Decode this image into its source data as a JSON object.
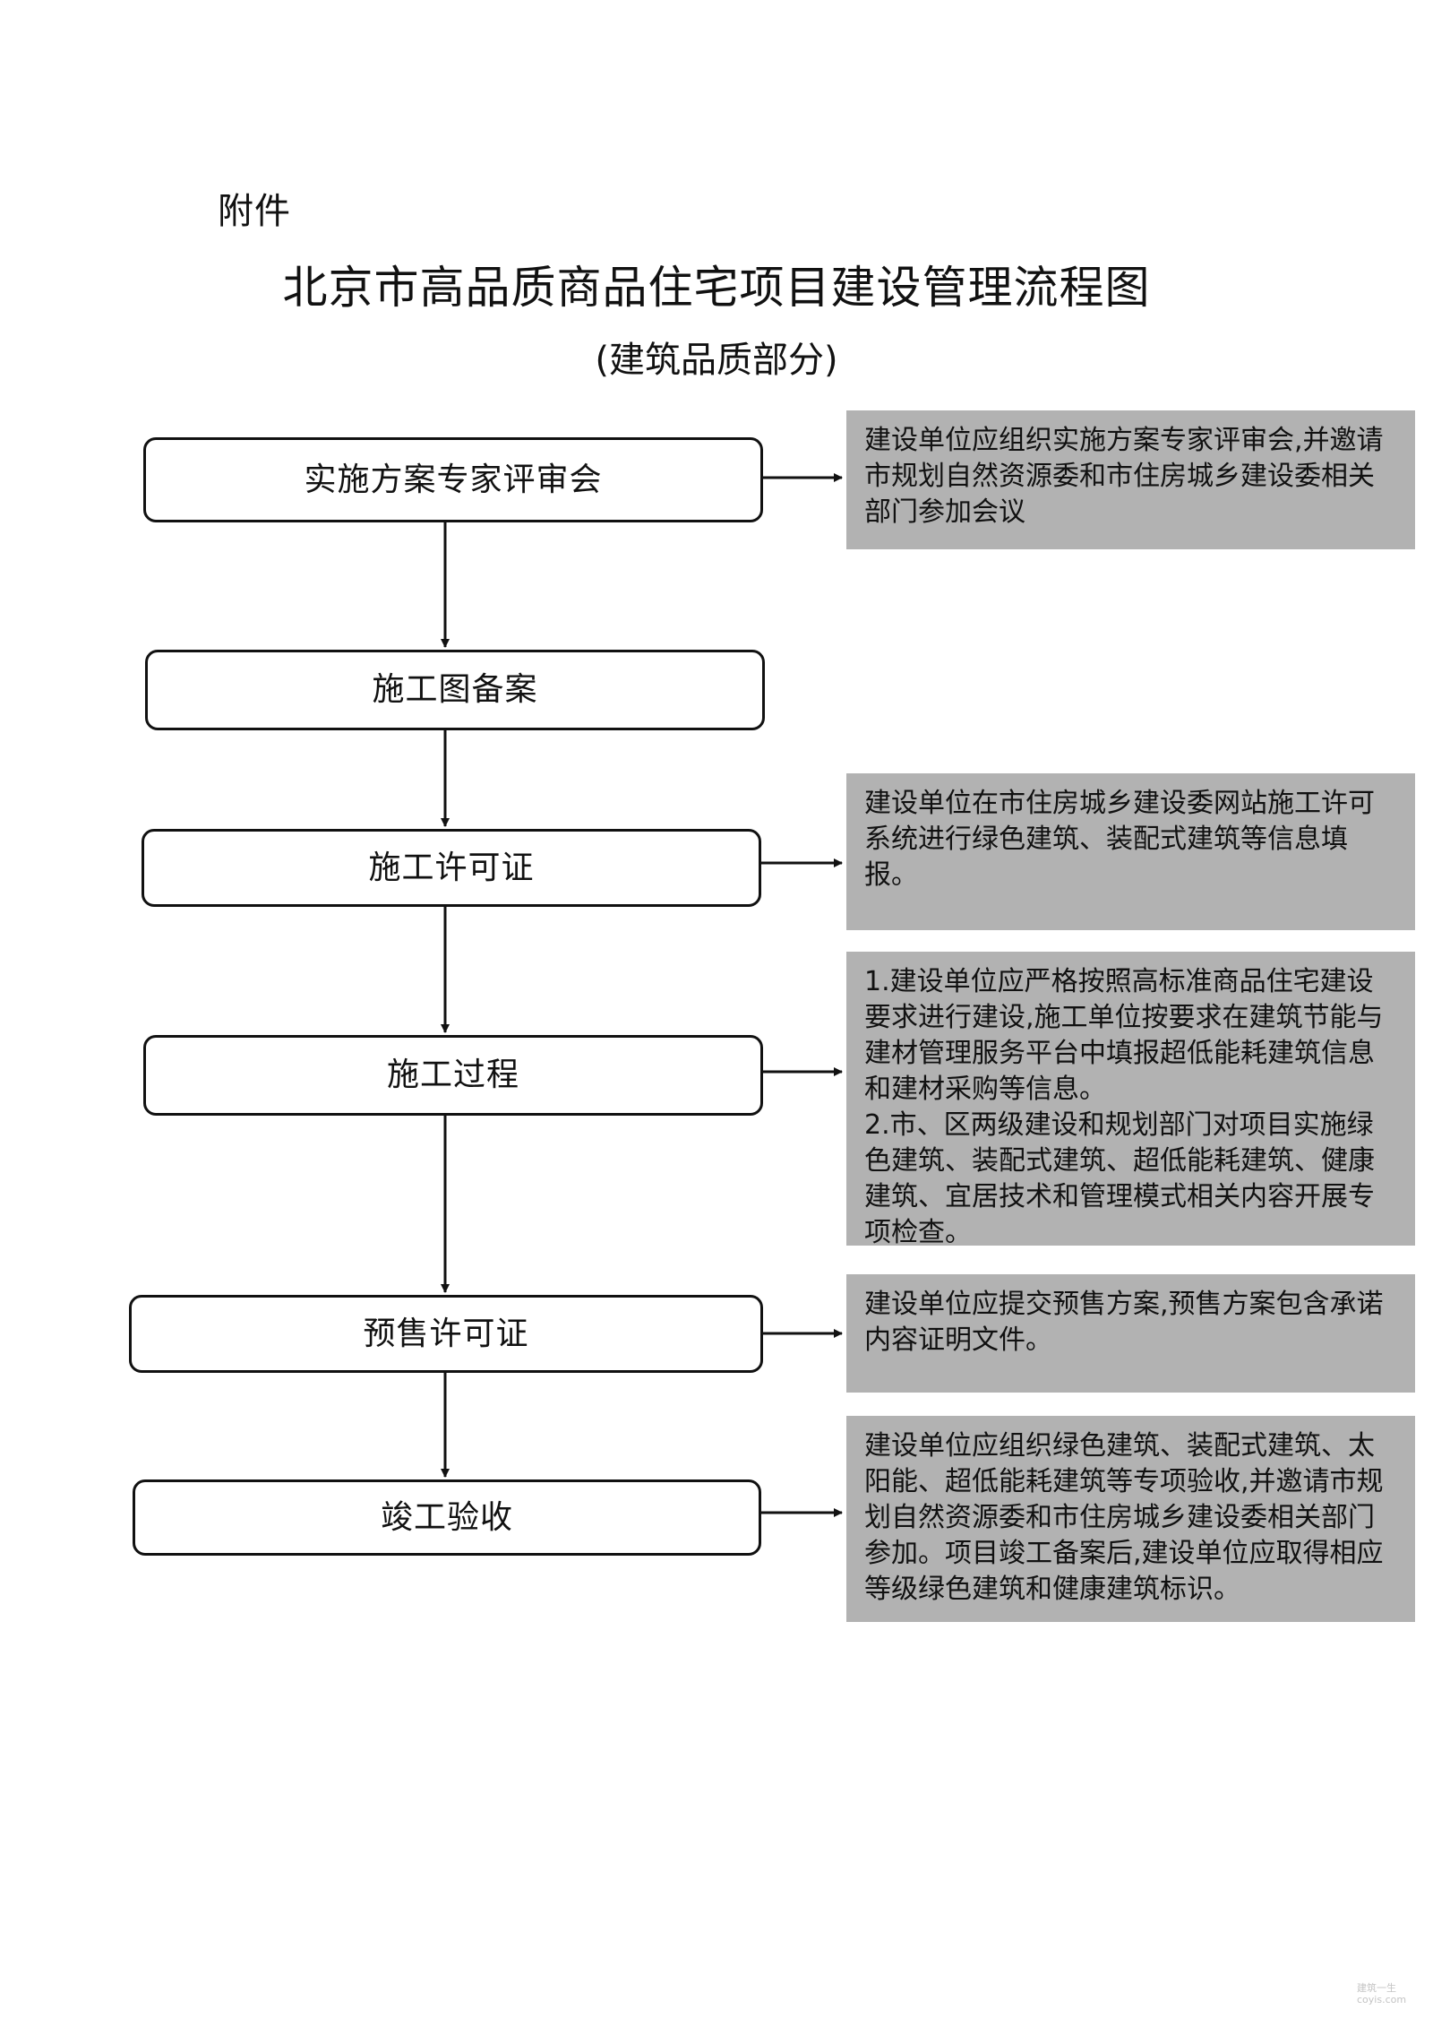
{
  "header": {
    "attachment_label": "附件",
    "title": "北京市高品质商品住宅项目建设管理流程图",
    "subtitle": "(建筑品质部分)"
  },
  "steps": [
    {
      "label": "实施方案专家评审会"
    },
    {
      "label": "施工图备案"
    },
    {
      "label": "施工许可证"
    },
    {
      "label": "施工过程"
    },
    {
      "label": "预售许可证"
    },
    {
      "label": "竣工验收"
    }
  ],
  "notes": [
    {
      "text": "建设单位应组织实施方案专家评审会,并邀请市规划自然资源委和市住房城乡建设委相关部门参加会议"
    },
    {
      "text": "建设单位在市住房城乡建设委网站施工许可系统进行绿色建筑、装配式建筑等信息填报。"
    },
    {
      "text": "1.建设单位应严格按照高标准商品住宅建设要求进行建设,施工单位按要求在建筑节能与建材管理服务平台中填报超低能耗建筑信息和建材采购等信息。\n2.市、区两级建设和规划部门对项目实施绿色建筑、装配式建筑、超低能耗建筑、健康建筑、宜居技术和管理模式相关内容开展专项检查。"
    },
    {
      "text": "建设单位应提交预售方案,预售方案包含承诺内容证明文件。"
    },
    {
      "text": "建设单位应组织绿色建筑、装配式建筑、太阳能、超低能耗建筑等专项验收,并邀请市规划自然资源委和市住房城乡建设委相关部门参加。项目竣工备案后,建设单位应取得相应等级绿色建筑和健康建筑标识。"
    }
  ],
  "watermark": {
    "line1": "建筑一生",
    "line2": "coyis.com"
  },
  "colors": {
    "note_background": "#b2b2b2",
    "line": "#111111"
  }
}
